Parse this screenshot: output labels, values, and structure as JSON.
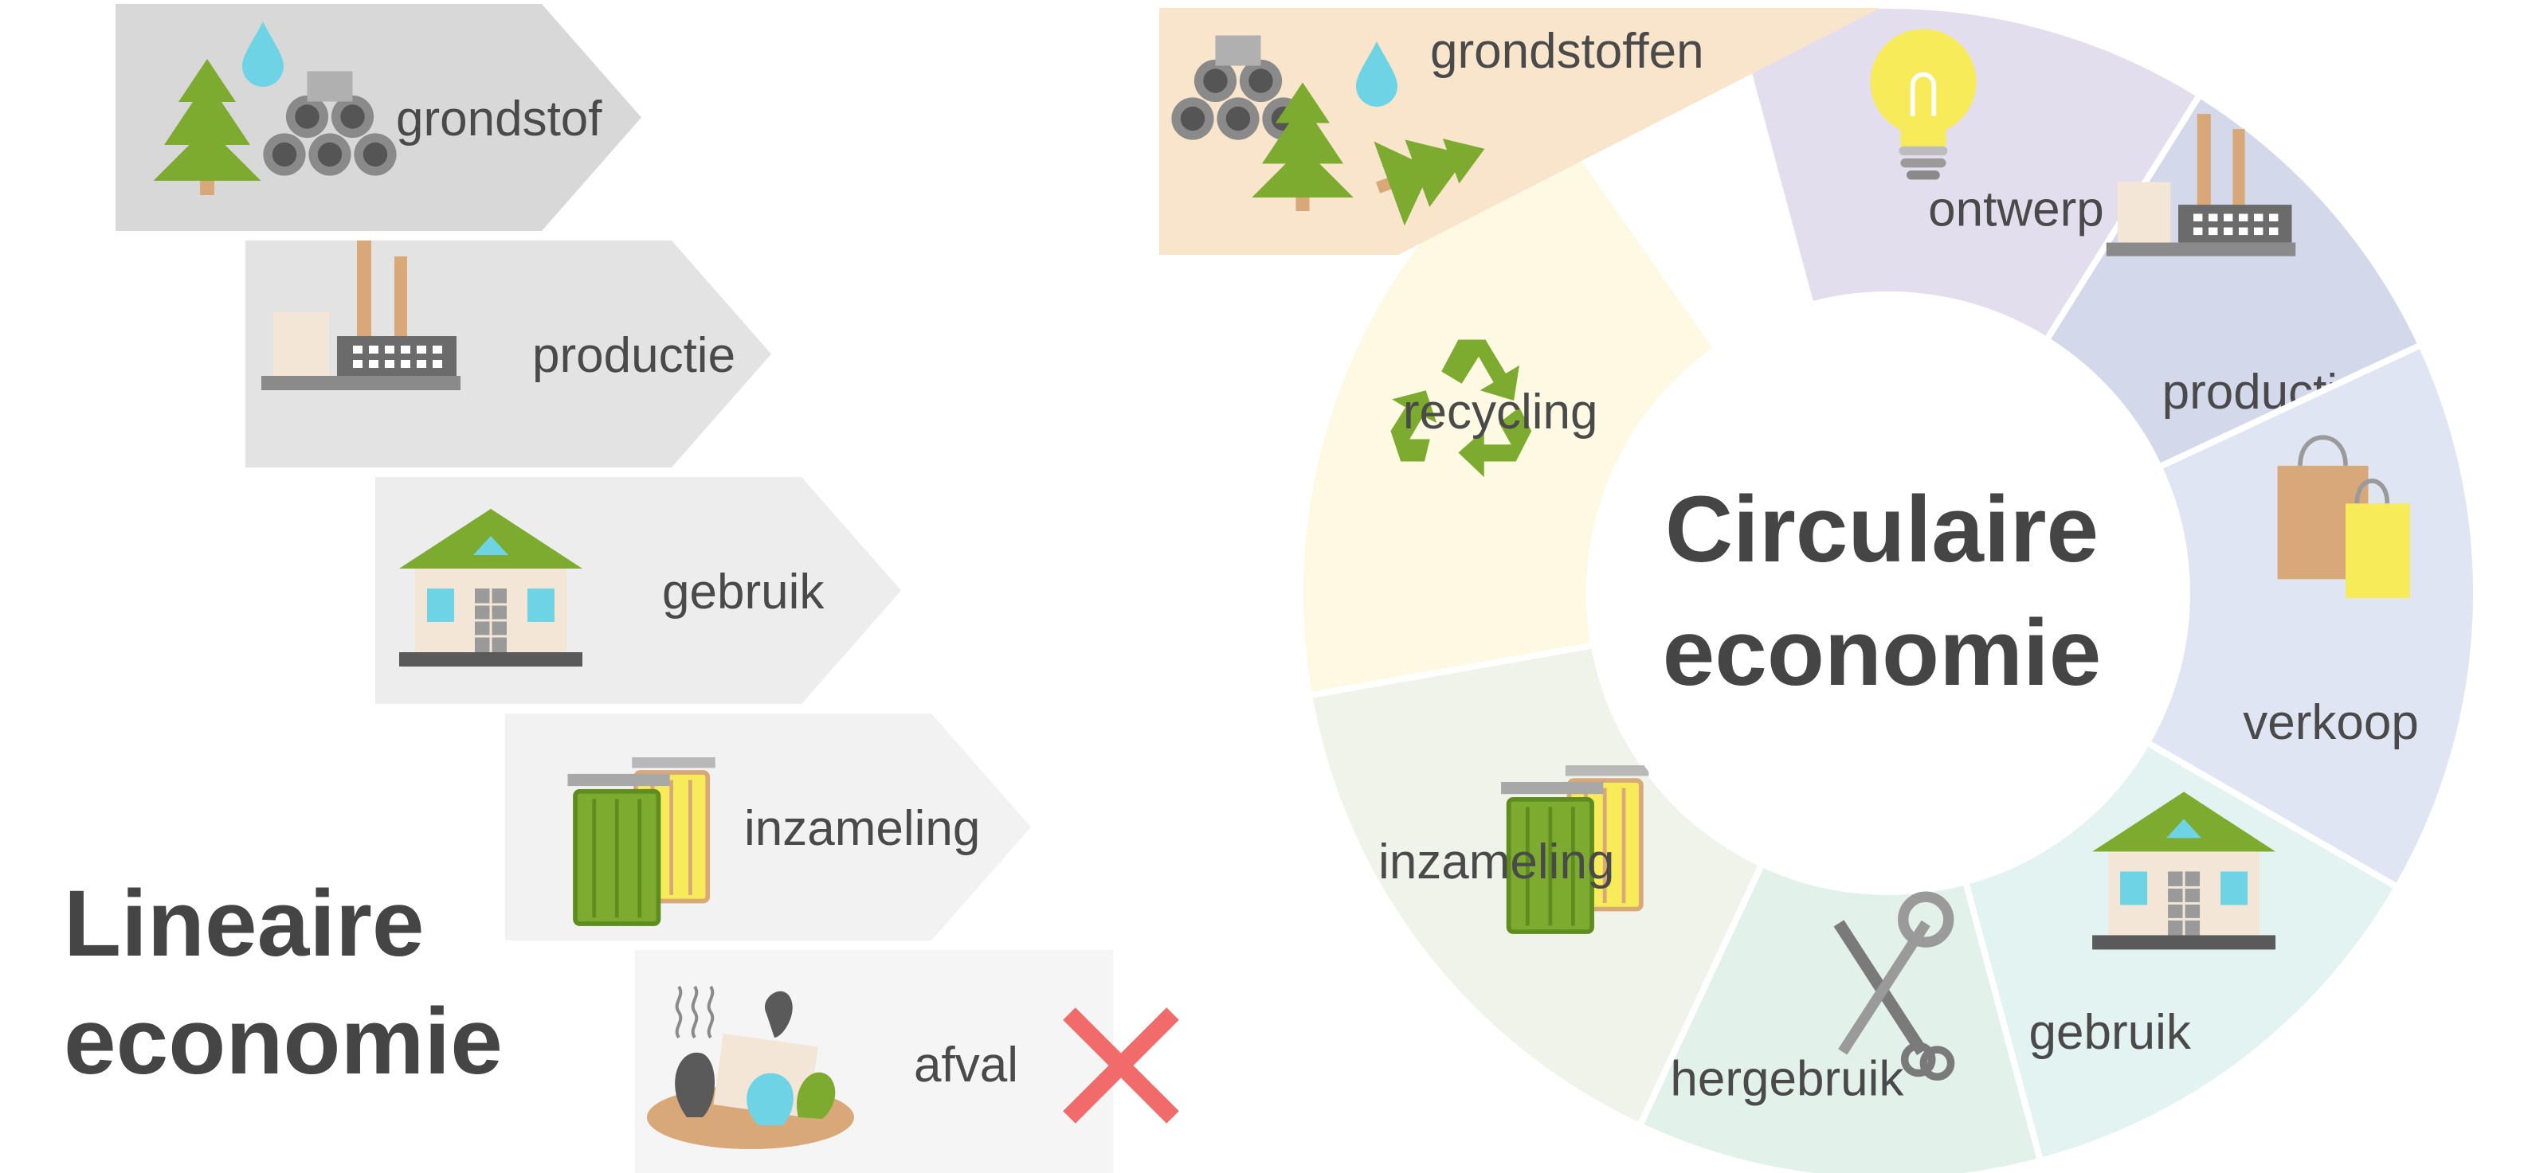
{
  "linear": {
    "title_line1": "Lineaire",
    "title_line2": "economie",
    "steps": [
      {
        "label": "grondstof",
        "icon": "raw-materials-icon",
        "color": "#d8d8d8"
      },
      {
        "label": "productie",
        "icon": "factory-icon",
        "color": "#e3e3e3"
      },
      {
        "label": "gebruik",
        "icon": "house-icon",
        "color": "#ededed"
      },
      {
        "label": "inzameling",
        "icon": "bins-icon",
        "color": "#f2f2f2"
      },
      {
        "label": "afval",
        "icon": "garbage-pile-icon",
        "color": "#f5f5f5",
        "marker": "red-cross-icon"
      }
    ]
  },
  "circular": {
    "title_line1": "Circulaire",
    "title_line2": "economie",
    "top_box": {
      "label": "grondstoffen",
      "icon": "raw-materials-icon",
      "color": "#f8e5cc"
    },
    "segments": [
      {
        "label": "ontwerp",
        "icon": "lightbulb-icon",
        "color": "#e3deed"
      },
      {
        "label": "productie",
        "icon": "factory-icon",
        "color": "#d3d8eb"
      },
      {
        "label": "verkoop",
        "icon": "shopping-bags-icon",
        "color": "#dfe5f3"
      },
      {
        "label": "gebruik",
        "icon": "house-icon",
        "color": "#e3f3f2"
      },
      {
        "label": "hergebruik",
        "icon": "tools-icon",
        "color": "#e2f1ea"
      },
      {
        "label": "inzameling",
        "icon": "bins-icon",
        "color": "#f0f3ea"
      },
      {
        "label": "recycling",
        "icon": "recycle-icon",
        "color": "#fdf9e3"
      }
    ]
  },
  "colors": {
    "text": "#4a4a4a",
    "cross": "#f26b6b",
    "green": "#7cab2f",
    "yellow": "#f7eb5a",
    "gray_icon": "#6b6b6b"
  }
}
